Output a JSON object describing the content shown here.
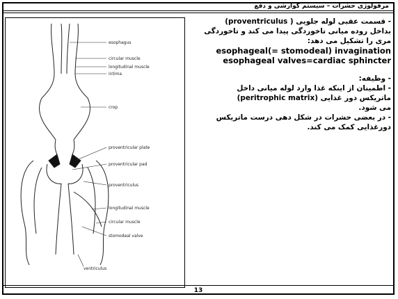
{
  "header": {
    "title": "مرفولوژی حشرات –  سیستم گوارشی و دفع"
  },
  "figure": {
    "labels": {
      "esophagus": "esophagus",
      "circular_muscle": "circular muscle",
      "longitudinal_muscle": "longitudinal muscle",
      "intima": "intima",
      "crop": "crop",
      "proventricular_plate": "proventricular plate",
      "proventricular_pad": "proventricular pad",
      "proventriculus": "proventriculus",
      "longitudinal_muscle_2": "longitudinal muscle",
      "circular_muscle_2": "circular muscle",
      "stomodeal_valve": "stomodeal valve",
      "ventriculus": "ventriculus"
    }
  },
  "content": {
    "p1_line1": "- قسمت عقبی لوله جلویی  ( proventriculus)",
    "p1_line2": "بداخل روده میانی تاخوردگی پیدا می کند و تاخوردگی",
    "p1_line3": "مری را تشکیل می دهد:",
    "p1_line4": "esophageal(= stomodeal) invagination",
    "p1_line5": "esophageal valves=cardiac sphincter",
    "p2_line1": "-  وظیفه:",
    "p2_line2": "- اطمینان از اینکه غذا وارد لوله میانی داخل",
    "p2_line3": "ماتریکس دور غذایی (peritrophic matrix)",
    "p2_line4": "می شود.",
    "p2_line5": "- در بعضی حشرات در شکل دهی  درست ماتریکس",
    "p2_line6": "دورغذایی کمک می کند."
  },
  "footer": {
    "page_number": "13"
  }
}
